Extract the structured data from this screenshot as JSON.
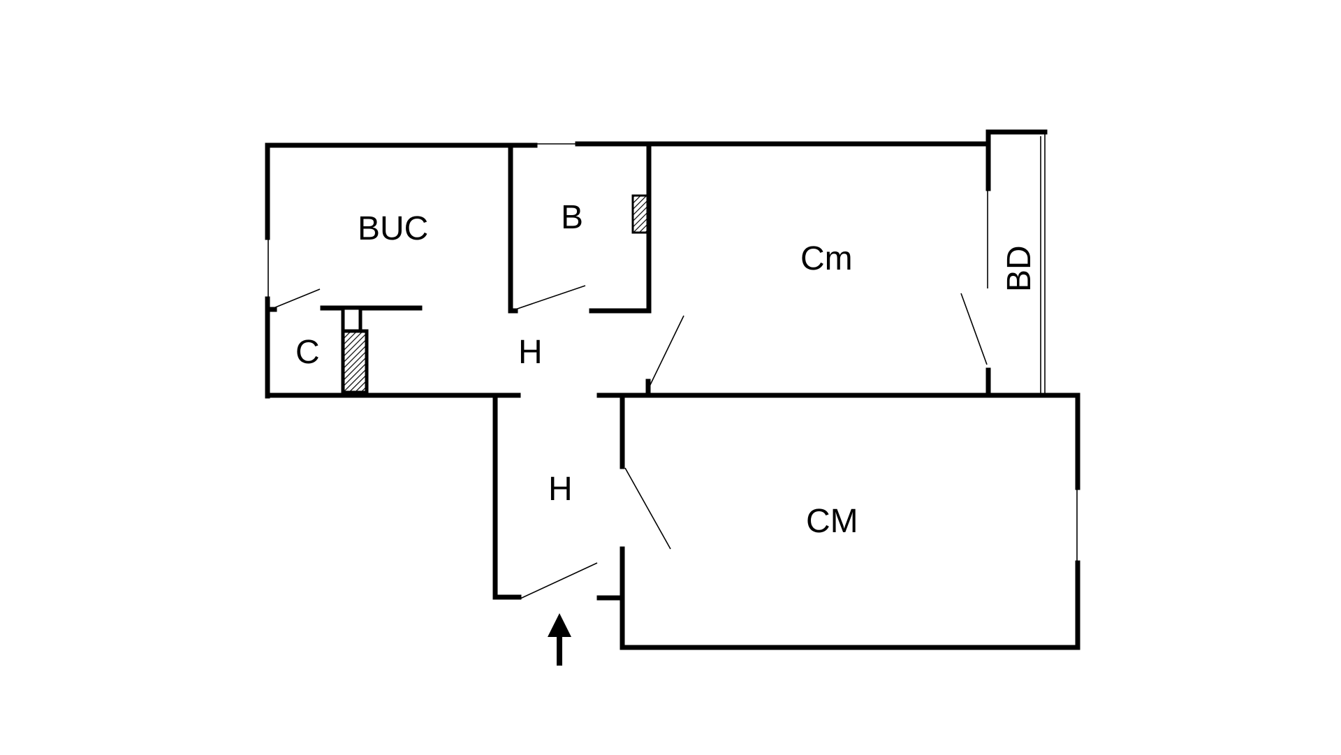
{
  "colors": {
    "wall": "#000000",
    "background": "#ffffff"
  },
  "rooms": {
    "buc": "BUC",
    "b": "B",
    "cm_small": "Cm",
    "bd": "BD",
    "c": "C",
    "h_upper": "H",
    "h_lower": "H",
    "cm_large": "CM"
  },
  "entrance": {
    "icon": "arrow-up-icon"
  }
}
